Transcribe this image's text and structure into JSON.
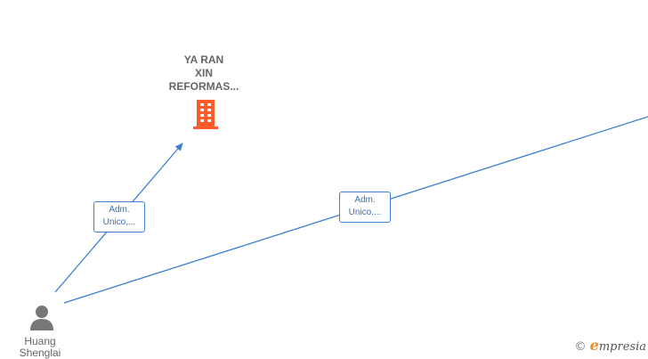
{
  "company": {
    "name_lines": [
      "YA RAN",
      "XIN",
      "REFORMAS..."
    ],
    "icon": "building-icon",
    "color": "#ff5a2a"
  },
  "person": {
    "name_lines": [
      "Huang",
      "Shenglai"
    ],
    "icon": "person-icon",
    "color": "#777777"
  },
  "relations": [
    {
      "label_lines": [
        "Adm.",
        "Unico,..."
      ]
    },
    {
      "label_lines": [
        "Adm.",
        "Unico,..."
      ]
    }
  ],
  "edge_color": "#3a7fcf",
  "watermark": {
    "copyright": "©",
    "brand_initial": "e",
    "brand_rest": "mpresia"
  }
}
